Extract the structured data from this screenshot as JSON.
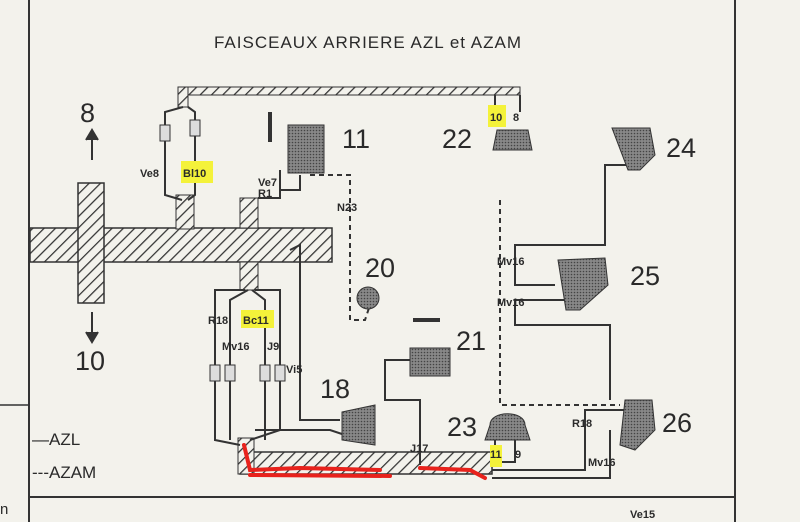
{
  "title": "FAISCEAUX ARRIERE AZL et AZAM",
  "components": {
    "c8": "8",
    "c10": "10",
    "c11": "11",
    "c18": "18",
    "c20": "20",
    "c21": "21",
    "c22": "22",
    "c23": "23",
    "c24": "24",
    "c25": "25",
    "c26": "26"
  },
  "wires": {
    "ve8": "Ve8",
    "bl10": "Bl10",
    "ve7": "Ve7",
    "r1": "R1",
    "n23": "N23",
    "r18_left": "R18",
    "bc11": "Bc11",
    "mv16_left": "Mv16",
    "j9": "J9",
    "vi5": "Vi5",
    "w10": "10",
    "w8": "8",
    "mv16_25a": "Mv16",
    "mv16_25b": "Mv16",
    "r18_right": "R18",
    "mv16_right": "Mv16",
    "j17": "J17",
    "w11": "11",
    "w9": "9"
  },
  "legend": {
    "solid": "—AZL",
    "dashed": "---AZAM"
  },
  "margin_text": "n",
  "bottom_text": "Ve15",
  "highlight_color": "#f4f23a",
  "annotation_color": "#e8221c"
}
